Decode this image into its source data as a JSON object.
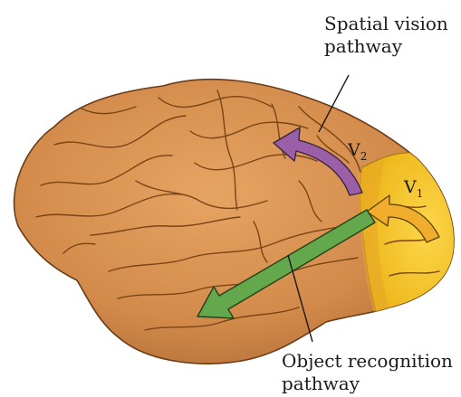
{
  "labels": {
    "spatial_line1": "Spatial vision",
    "spatial_line2": "pathway",
    "object_line1": "Object recognition",
    "object_line2": "pathway",
    "v2_letter": "V",
    "v2_sub": "2",
    "v1_letter": "V",
    "v1_sub": "1"
  },
  "colors": {
    "brain_fill": "#d98f4e",
    "brain_outline": "#6b3b16",
    "gyri_lines": "#7a4416",
    "visual_area_fill": "#f5c21b",
    "spatial_arrow": "#9a5fa6",
    "object_arrow": "#63a84d",
    "v1_arrow": "#f0ae2c"
  }
}
